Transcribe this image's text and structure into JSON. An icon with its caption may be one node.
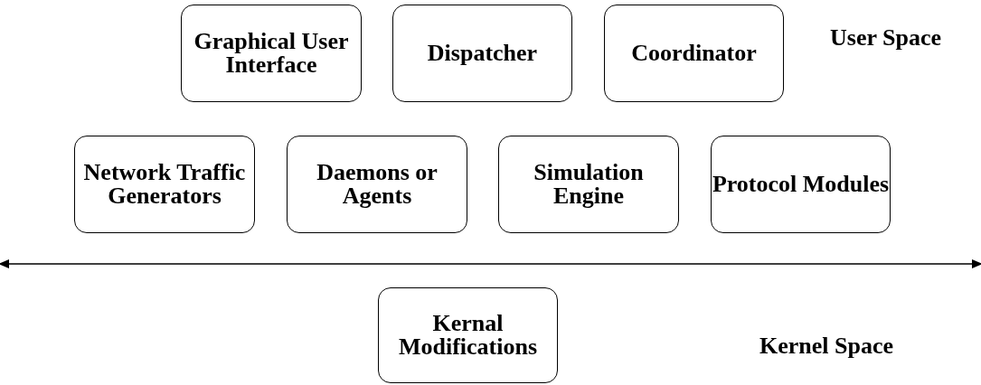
{
  "diagram": {
    "nodes": [
      {
        "text": [
          "Graphical User Interface"
        ]
      },
      {
        "text": [
          "Dispatcher"
        ]
      },
      {
        "text": [
          "Coordinator"
        ]
      },
      {
        "text": [
          "Network Traffic Generators"
        ]
      },
      {
        "text": [
          "Daemons or Agents"
        ]
      },
      {
        "text": [
          "Simulation Engine"
        ]
      },
      {
        "text": [
          "Protocol Modules"
        ]
      },
      {
        "text": [
          "Kernal Modifications"
        ]
      }
    ],
    "edges": [],
    "labels": [
      "User Space",
      "Kernel Space"
    ]
  }
}
